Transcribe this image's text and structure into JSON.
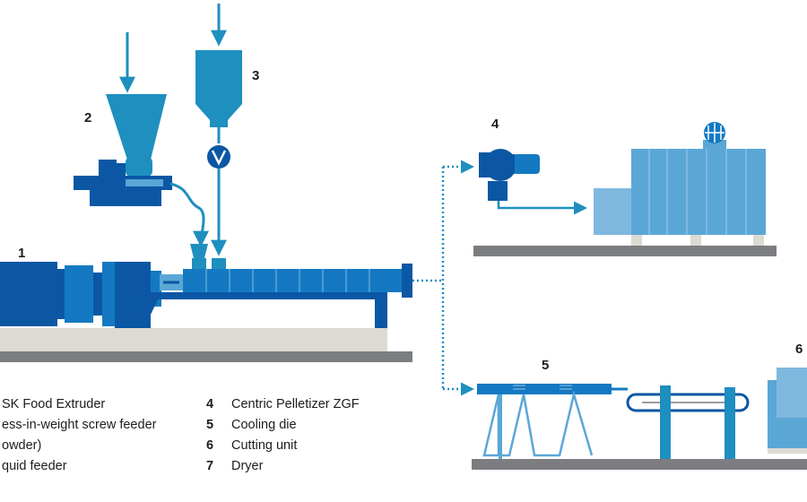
{
  "labels": [
    "1",
    "2",
    "3",
    "4",
    "5",
    "6"
  ],
  "legend_left": [
    "SK Food Extruder",
    "ess-in-weight screw feeder",
    "owder)",
    "quid feeder"
  ],
  "legend_right": [
    {
      "num": "4",
      "text": "Centric Pelletizer ZGF"
    },
    {
      "num": "5",
      "text": "Cooling die"
    },
    {
      "num": "6",
      "text": "Cutting unit"
    },
    {
      "num": "7",
      "text": "Dryer"
    }
  ],
  "colors": {
    "dark_blue": "#0b57a4",
    "mid_blue": "#1479c2",
    "teal": "#1e8fbf",
    "light_blue": "#5aa7d6",
    "pale_blue": "#7fb8df",
    "ground": "#7b7d80",
    "base_light": "#dcdad2"
  }
}
